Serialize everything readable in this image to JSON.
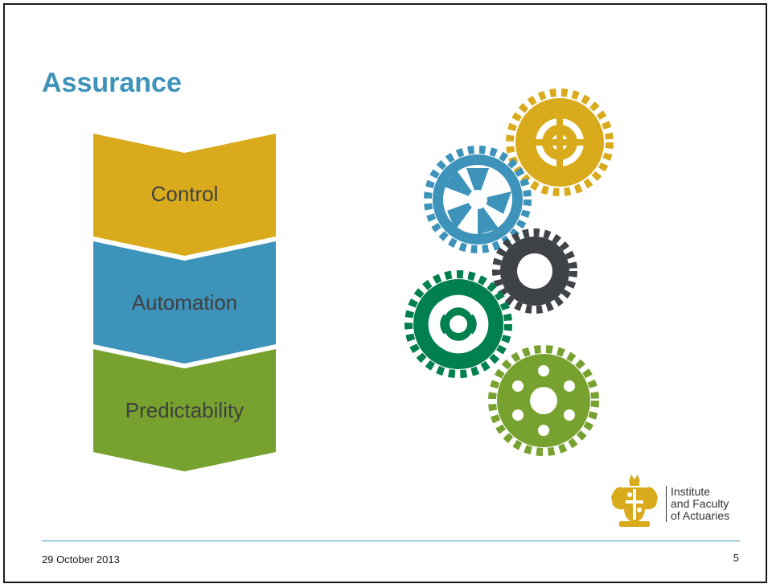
{
  "slide": {
    "title": "Assurance",
    "steps": [
      {
        "label": "Control",
        "color": "#d9ab1c"
      },
      {
        "label": "Automation",
        "color": "#3d93ba"
      },
      {
        "label": "Predictability",
        "color": "#78a22f"
      }
    ],
    "gear_colors": {
      "gold": "#d9ab1c",
      "blue": "#3d93ba",
      "dark": "#3f4247",
      "green": "#007f4f",
      "olive": "#78a22f"
    }
  },
  "footer": {
    "date": "29 October 2013",
    "page_number": "5"
  },
  "organization": {
    "name_lines": [
      "Institute",
      "and Faculty",
      "of Actuaries"
    ],
    "logo_color": "#d9ab1c"
  }
}
